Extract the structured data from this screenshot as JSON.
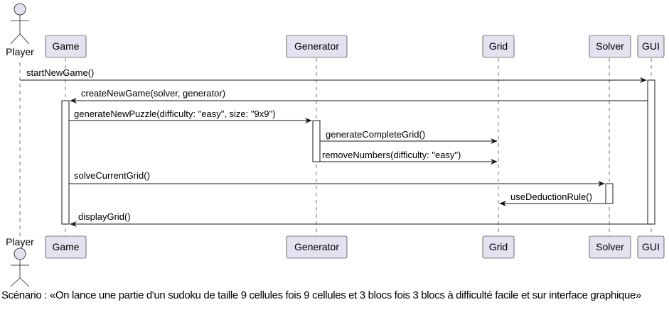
{
  "participants": [
    {
      "id": "player",
      "label": "Player",
      "kind": "actor"
    },
    {
      "id": "game",
      "label": "Game",
      "kind": "participant"
    },
    {
      "id": "generator",
      "label": "Generator",
      "kind": "participant"
    },
    {
      "id": "grid",
      "label": "Grid",
      "kind": "participant"
    },
    {
      "id": "solver",
      "label": "Solver",
      "kind": "participant"
    },
    {
      "id": "gui",
      "label": "GUI",
      "kind": "participant"
    }
  ],
  "messages": [
    {
      "from": "player",
      "to": "gui",
      "label": "startNewGame()"
    },
    {
      "from": "gui",
      "to": "game",
      "label": "createNewGame(solver, generator)"
    },
    {
      "from": "game",
      "to": "generator",
      "label": "generateNewPuzzle(difficulty: \"easy\", size: \"9x9\")"
    },
    {
      "from": "generator",
      "to": "grid",
      "label": "generateCompleteGrid()"
    },
    {
      "from": "generator",
      "to": "grid",
      "label": "removeNumbers(difficulty: \"easy\")"
    },
    {
      "from": "game",
      "to": "solver",
      "label": "solveCurrentGrid()"
    },
    {
      "from": "solver",
      "to": "grid",
      "label": "useDeductionRule()"
    },
    {
      "from": "gui",
      "to": "game",
      "label": "displayGrid()"
    }
  ],
  "colors": {
    "participant_fill": "#e2e2f0",
    "line": "#181818"
  },
  "caption": "Scénario : «On lance une partie d'un sudoku de taille 9 cellules fois 9 cellules et 3 blocs fois 3 blocs à difficulté facile et sur interface graphique»"
}
